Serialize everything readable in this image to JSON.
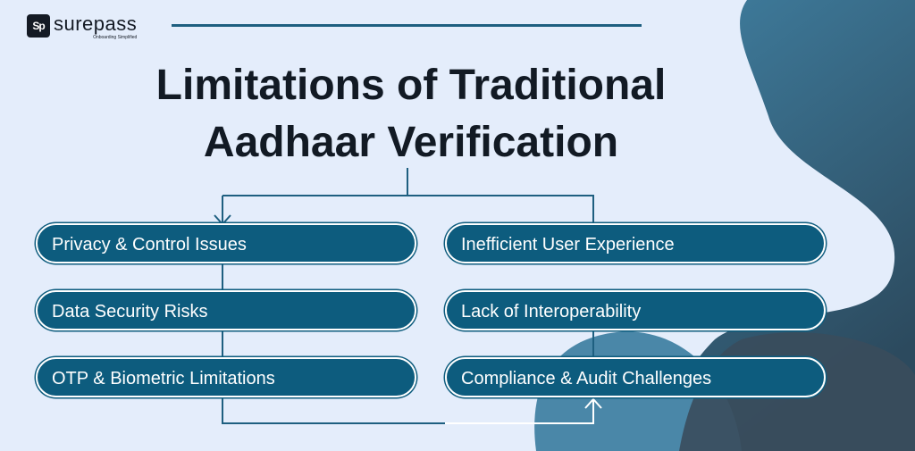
{
  "logo": {
    "mark": "Sp",
    "name": "surepass",
    "tagline": "Onboarding Simplified"
  },
  "title": {
    "line1": "Limitations of Traditional",
    "line2": "Aadhaar Verification"
  },
  "left_items": [
    "Privacy & Control Issues",
    "Data Security Risks",
    "OTP & Biometric Limitations"
  ],
  "right_items": [
    "Inefficient User Experience",
    "Lack of Interoperability",
    "Compliance & Audit Challenges"
  ],
  "colors": {
    "background": "#e4edfb",
    "pill": "#0d5c7e",
    "blob_top": "#3f7d9e",
    "blob_bottom": "#2c4a5e",
    "connector": "#1e5f80",
    "title": "#121a24"
  }
}
